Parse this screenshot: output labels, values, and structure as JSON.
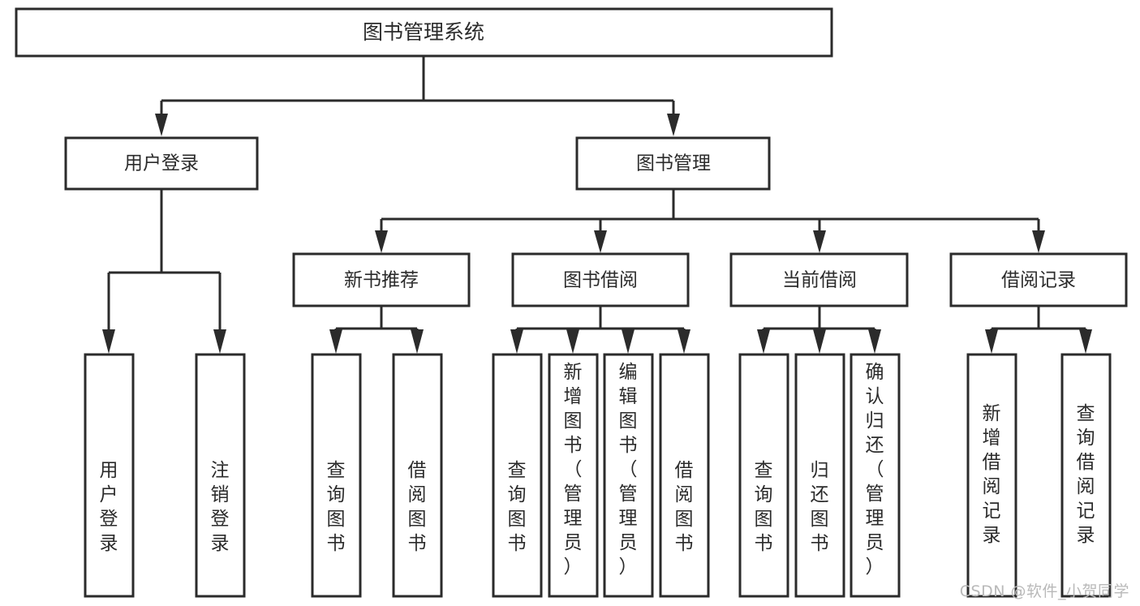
{
  "diagram": {
    "title": "图书管理系统",
    "type": "tree-hierarchy-flowchart",
    "root": {
      "label": "图书管理系统"
    },
    "level2": [
      {
        "label": "用户登录"
      },
      {
        "label": "图书管理"
      }
    ],
    "level3": [
      {
        "label": "新书推荐"
      },
      {
        "label": "图书借阅"
      },
      {
        "label": "当前借阅"
      },
      {
        "label": "借阅记录"
      }
    ],
    "leaves": {
      "user_login": [
        {
          "label": "用户登录"
        },
        {
          "label": "注销登录"
        }
      ],
      "new_book_recommend": [
        {
          "label": "查询图书"
        },
        {
          "label": "借阅图书"
        }
      ],
      "book_borrow": [
        {
          "label": "查询图书"
        },
        {
          "label": "新增图书（管理员）"
        },
        {
          "label": "编辑图书（管理员）"
        },
        {
          "label": "借阅图书"
        }
      ],
      "current_borrow": [
        {
          "label": "查询图书"
        },
        {
          "label": "归还图书"
        },
        {
          "label": "确认归还（管理员）"
        }
      ],
      "borrow_record": [
        {
          "label": "新增借阅记录"
        },
        {
          "label": "查询借阅记录"
        }
      ]
    }
  },
  "watermark": {
    "text": "CSDN @软件_小贺同学"
  },
  "colors": {
    "box_stroke": "#2b2b2b",
    "box_fill": "#ffffff",
    "text": "#2b2b2b",
    "background": "#ffffff",
    "watermark": "#b9b9b9"
  }
}
